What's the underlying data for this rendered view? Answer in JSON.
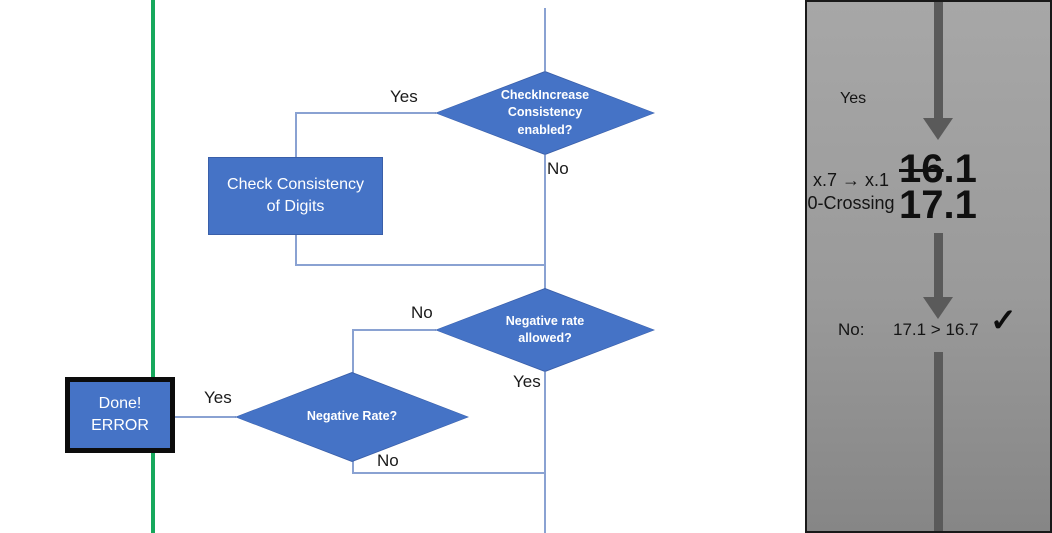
{
  "flowchart": {
    "decision_increase": {
      "label": "CheckIncrease\nConsistency\nenabled?"
    },
    "process_check_digits": {
      "label": "Check Consistency\nof Digits"
    },
    "decision_negative_allowed": {
      "label": "Negative rate\nallowed?"
    },
    "decision_negative_rate": {
      "label": "Negative Rate?"
    },
    "terminal_done_error": {
      "label": "Done!\nERROR"
    },
    "labels": {
      "yes_increase": "Yes",
      "no_increase": "No",
      "no_negative_allowed": "No",
      "yes_negative_allowed": "Yes",
      "yes_negative_rate": "Yes",
      "no_negative_rate": "No"
    }
  },
  "side_panel": {
    "yes_label": "Yes",
    "condition_text": "x.7 → x.1\n0-Crossing",
    "value_old_struck": "16",
    "value_old_rest": ".1",
    "value_new": "17.1",
    "result_prefix": "No:",
    "result_comparison": "17.1 > 16.7",
    "check_icon": "✓"
  },
  "colors": {
    "shape_blue": "#4573c6",
    "connector_blue": "#8aa2d2",
    "divider_green": "#16a85c",
    "arrow_gray": "#5a5a5a",
    "panel_gray_top": "#a7a7a7",
    "panel_gray_bottom": "#868686"
  }
}
